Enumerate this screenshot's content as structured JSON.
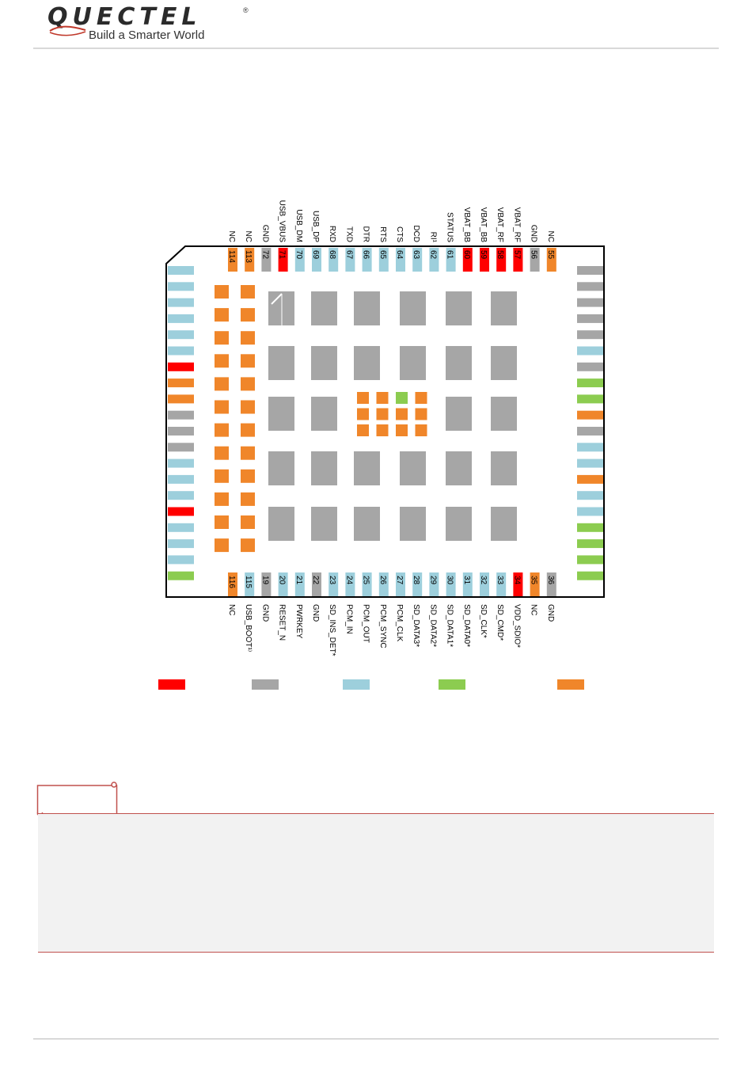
{
  "header": {
    "brand": "QUECTEL",
    "registered": "®",
    "tagline": "Build a Smarter World"
  },
  "colors": {
    "power": "#ff0000",
    "gnd": "#a6a6a6",
    "signal": "#9dcfdc",
    "green": "#8ccc50",
    "nc": "#f0862a"
  },
  "pins_top": [
    {
      "num": "114",
      "label": "NC",
      "color": "nc"
    },
    {
      "num": "113",
      "label": "NC",
      "color": "nc"
    },
    {
      "num": "72",
      "label": "GND",
      "color": "gnd"
    },
    {
      "num": "71",
      "label": "USB_VBUS",
      "color": "power"
    },
    {
      "num": "70",
      "label": "USB_DM",
      "color": "signal"
    },
    {
      "num": "69",
      "label": "USB_DP",
      "color": "signal"
    },
    {
      "num": "68",
      "label": "RXD",
      "color": "signal"
    },
    {
      "num": "67",
      "label": "TXD",
      "color": "signal"
    },
    {
      "num": "66",
      "label": "DTR",
      "color": "signal"
    },
    {
      "num": "65",
      "label": "RTS",
      "color": "signal"
    },
    {
      "num": "64",
      "label": "CTS",
      "color": "signal"
    },
    {
      "num": "63",
      "label": "DCD",
      "color": "signal"
    },
    {
      "num": "62",
      "label": "RI¹",
      "color": "signal"
    },
    {
      "num": "61",
      "label": "STATUS",
      "color": "signal"
    },
    {
      "num": "60",
      "label": "VBAT_BB",
      "color": "power"
    },
    {
      "num": "59",
      "label": "VBAT_BB",
      "color": "power"
    },
    {
      "num": "58",
      "label": "VBAT_RF",
      "color": "power"
    },
    {
      "num": "57",
      "label": "VBAT_RF",
      "color": "power"
    },
    {
      "num": "56",
      "label": "GND",
      "color": "gnd"
    },
    {
      "num": "55",
      "label": "NC",
      "color": "nc"
    }
  ],
  "pins_bottom": [
    {
      "num": "116",
      "label": "NC",
      "color": "nc"
    },
    {
      "num": "115",
      "label": "USB_BOOT¹⁾",
      "color": "signal"
    },
    {
      "num": "19",
      "label": "GND",
      "color": "gnd"
    },
    {
      "num": "20",
      "label": "RESET_N",
      "color": "signal"
    },
    {
      "num": "21",
      "label": "PWRKEY",
      "color": "signal"
    },
    {
      "num": "22",
      "label": "GND",
      "color": "gnd"
    },
    {
      "num": "23",
      "label": "SD_INS_DET*",
      "color": "signal"
    },
    {
      "num": "24",
      "label": "PCM_IN",
      "color": "signal"
    },
    {
      "num": "25",
      "label": "PCM_OUT",
      "color": "signal"
    },
    {
      "num": "26",
      "label": "PCM_SYNC",
      "color": "signal"
    },
    {
      "num": "27",
      "label": "PCM_CLK",
      "color": "signal"
    },
    {
      "num": "28",
      "label": "SD_DATA3*",
      "color": "signal"
    },
    {
      "num": "29",
      "label": "SD_DATA2*",
      "color": "signal"
    },
    {
      "num": "30",
      "label": "SD_DATA1*",
      "color": "signal"
    },
    {
      "num": "31",
      "label": "SD_DATA0*",
      "color": "signal"
    },
    {
      "num": "32",
      "label": "SD_CLK*",
      "color": "signal"
    },
    {
      "num": "33",
      "label": "SD_CMD*",
      "color": "signal"
    },
    {
      "num": "34",
      "label": "VDD_SDIO*",
      "color": "power"
    },
    {
      "num": "35",
      "label": "NC",
      "color": "nc"
    },
    {
      "num": "36",
      "label": "GND",
      "color": "gnd"
    }
  ],
  "pins_left": [
    "signal",
    "signal",
    "signal",
    "signal",
    "signal",
    "signal",
    "power",
    "nc",
    "nc",
    "gnd",
    "gnd",
    "gnd",
    "signal",
    "signal",
    "signal",
    "power",
    "signal",
    "signal",
    "signal",
    "green"
  ],
  "pins_right": [
    "gnd",
    "gnd",
    "gnd",
    "gnd",
    "gnd",
    "signal",
    "gnd",
    "green",
    "green",
    "nc",
    "gnd",
    "signal",
    "signal",
    "nc",
    "signal",
    "signal",
    "green",
    "green",
    "green",
    "green"
  ],
  "center_pads": [
    "nc",
    "nc",
    "green",
    "nc",
    "nc",
    "nc",
    "nc",
    "nc",
    "nc",
    "nc",
    "nc",
    "nc"
  ],
  "legend": [
    "power",
    "gnd",
    "signal",
    "green",
    "nc"
  ]
}
